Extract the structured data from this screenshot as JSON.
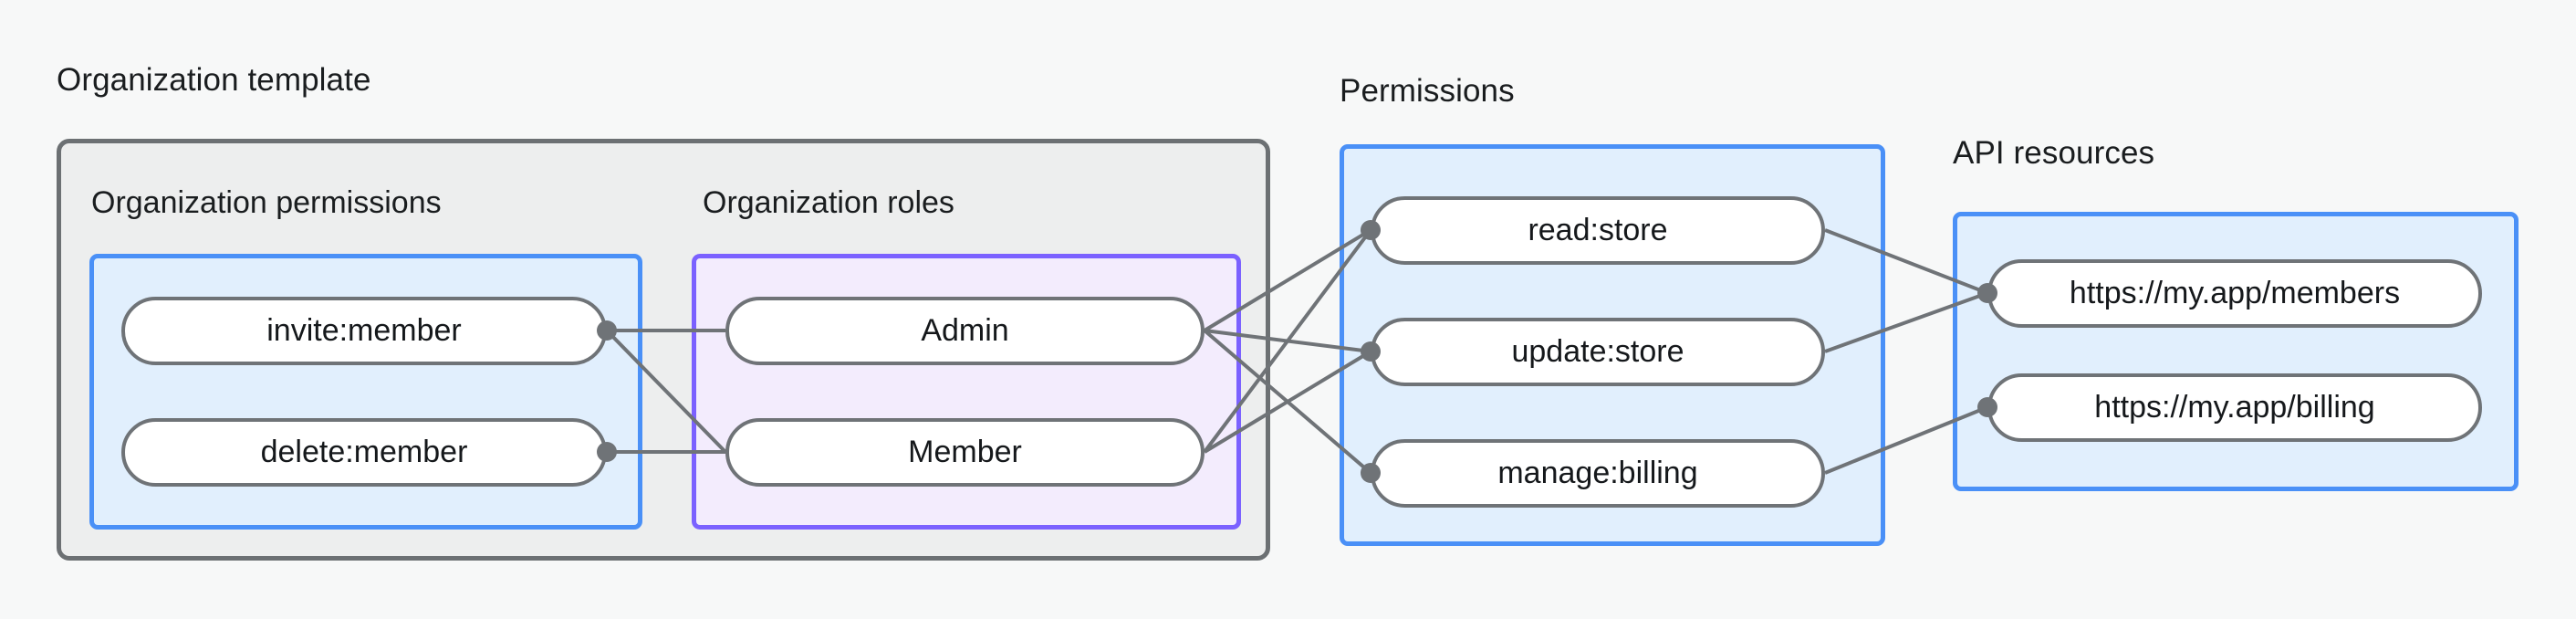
{
  "diagram": {
    "title_org_template": "Organization template",
    "title_org_permissions": "Organization permissions",
    "title_org_roles": "Organization roles",
    "title_permissions": "Permissions",
    "title_api_resources": "API resources",
    "colors": {
      "page_background": "#f7f8f8",
      "outer_container_fill": "#edeeee",
      "outer_container_stroke": "#6c7073",
      "blue_group_fill": "#e1effd",
      "blue_group_stroke": "#4a90f7",
      "purple_group_fill": "#f3ecfd",
      "purple_group_stroke": "#7b61ff",
      "node_fill": "#ffffff",
      "node_stroke": "#6f7377",
      "edge_stroke": "#6f7377",
      "text": "#1a1d1f"
    },
    "groups": {
      "org_permissions": {
        "nodes": [
          {
            "id": "invite-member",
            "label": "invite:member"
          },
          {
            "id": "delete-member",
            "label": "delete:member"
          }
        ]
      },
      "org_roles": {
        "nodes": [
          {
            "id": "admin",
            "label": "Admin"
          },
          {
            "id": "member",
            "label": "Member"
          }
        ]
      },
      "permissions": {
        "nodes": [
          {
            "id": "read-store",
            "label": "read:store"
          },
          {
            "id": "update-store",
            "label": "update:store"
          },
          {
            "id": "manage-billing",
            "label": "manage:billing"
          }
        ]
      },
      "api_resources": {
        "nodes": [
          {
            "id": "members-url",
            "label": "https://my.app/members"
          },
          {
            "id": "billing-url",
            "label": "https://my.app/billing"
          }
        ]
      }
    },
    "edges": [
      {
        "from": "invite-member",
        "to": "admin"
      },
      {
        "from": "invite-member",
        "to": "member"
      },
      {
        "from": "delete-member",
        "to": "member"
      },
      {
        "from": "admin",
        "to": "read-store"
      },
      {
        "from": "admin",
        "to": "update-store"
      },
      {
        "from": "admin",
        "to": "manage-billing"
      },
      {
        "from": "member",
        "to": "read-store"
      },
      {
        "from": "member",
        "to": "update-store"
      },
      {
        "from": "read-store",
        "to": "members-url"
      },
      {
        "from": "update-store",
        "to": "members-url"
      },
      {
        "from": "manage-billing",
        "to": "billing-url"
      }
    ]
  }
}
